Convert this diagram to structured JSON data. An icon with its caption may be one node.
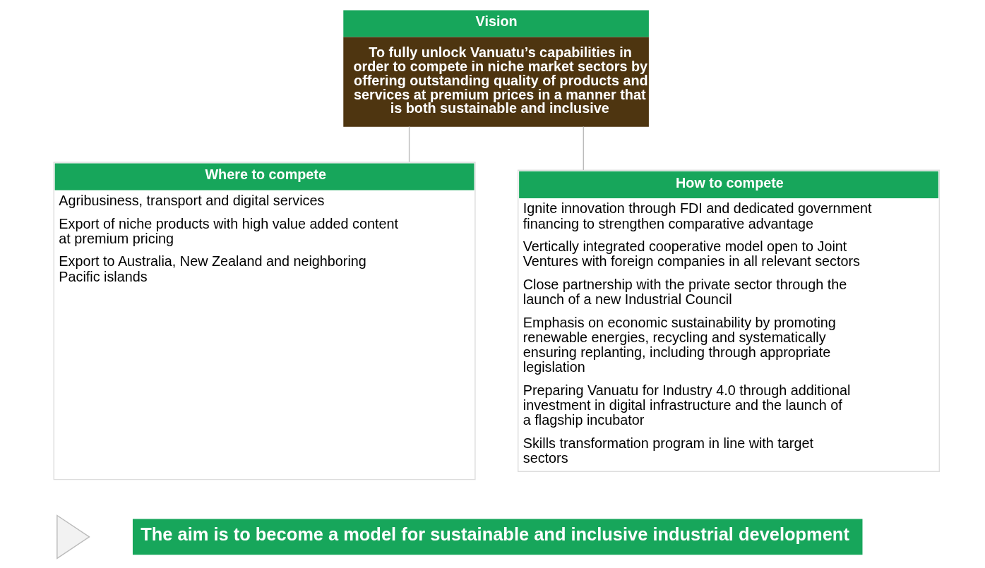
{
  "diagram": {
    "nodes": [
      {
        "text": [
          "Vision",
          "To fully unlock Vanuatu’s capabilities in order to compete in niche market sectors by offering outstanding quality of products and services at premium prices in a manner that is both sustainable and inclusive"
        ]
      },
      {
        "text": [
          "Where to compete",
          "Agribusiness, transport and digital services",
          "Export of niche products with high value added content at premium pricing",
          "Export to Australia, New Zealand and neighboring Pacific islands"
        ]
      },
      {
        "text": [
          "How to compete",
          "Ignite innovation through FDI and dedicated government financing to strengthen comparative advantage",
          "Vertically integrated cooperative model open to Joint Ventures with foreign companies in all relevant sectors",
          "Close partnership with the private sector through the launch of a new Industrial Council",
          "Emphasis on economic sustainability by promoting renewable energies, recycling and systematically ensuring replanting, including through appropriate legislation",
          "Preparing Vanuatu for Industry 4.0 through additional investment in digital infrastructure and the launch of a flagship incubator",
          "Skills transformation program in line with target sectors"
        ]
      },
      {
        "text": [],
        "shape": "triangle"
      },
      {
        "text": [
          "The aim is to become a model for sustainable and inclusive industrial development"
        ]
      }
    ],
    "edges": [
      {
        "from": 0,
        "to": 1,
        "arrow": "none"
      },
      {
        "from": 0,
        "to": 2,
        "arrow": "none"
      }
    ]
  }
}
